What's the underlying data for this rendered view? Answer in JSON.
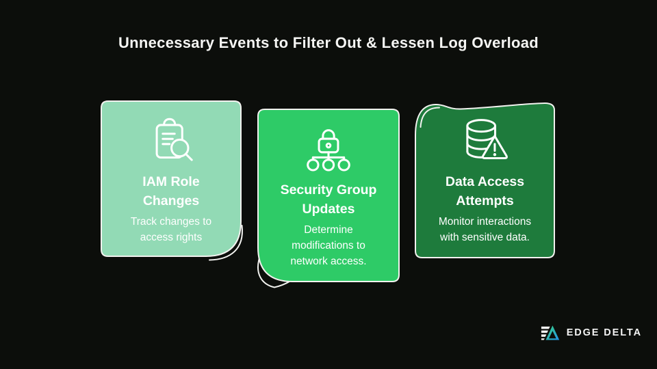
{
  "title": "Unnecessary Events to Filter Out & Lessen Log Overload",
  "cards": [
    {
      "title": "IAM Role Changes",
      "description": "Track changes to access rights",
      "icon": "clipboard-search-icon",
      "color": "#92DAB5",
      "curl_corner": "bottom-right"
    },
    {
      "title": "Security Group Updates",
      "description": "Determine modifications to network access.",
      "icon": "lock-hierarchy-icon",
      "color": "#2ECB67",
      "curl_corner": "bottom-left"
    },
    {
      "title": "Data Access Attempts",
      "description": "Monitor interactions with sensitive data.",
      "icon": "database-warning-icon",
      "color": "#1E7B3C",
      "curl_corner": "top-left"
    }
  ],
  "logo": {
    "text": "EDGE DELTA",
    "mark": "edge-delta-delta-mark",
    "gradient_start": "#3AD67E",
    "gradient_end": "#2191EC"
  },
  "colors": {
    "background": "#0C0E0B",
    "card_border": "#F2F2EF",
    "title_text": "#F6F6F4",
    "card_text": "#FFFFFF"
  }
}
